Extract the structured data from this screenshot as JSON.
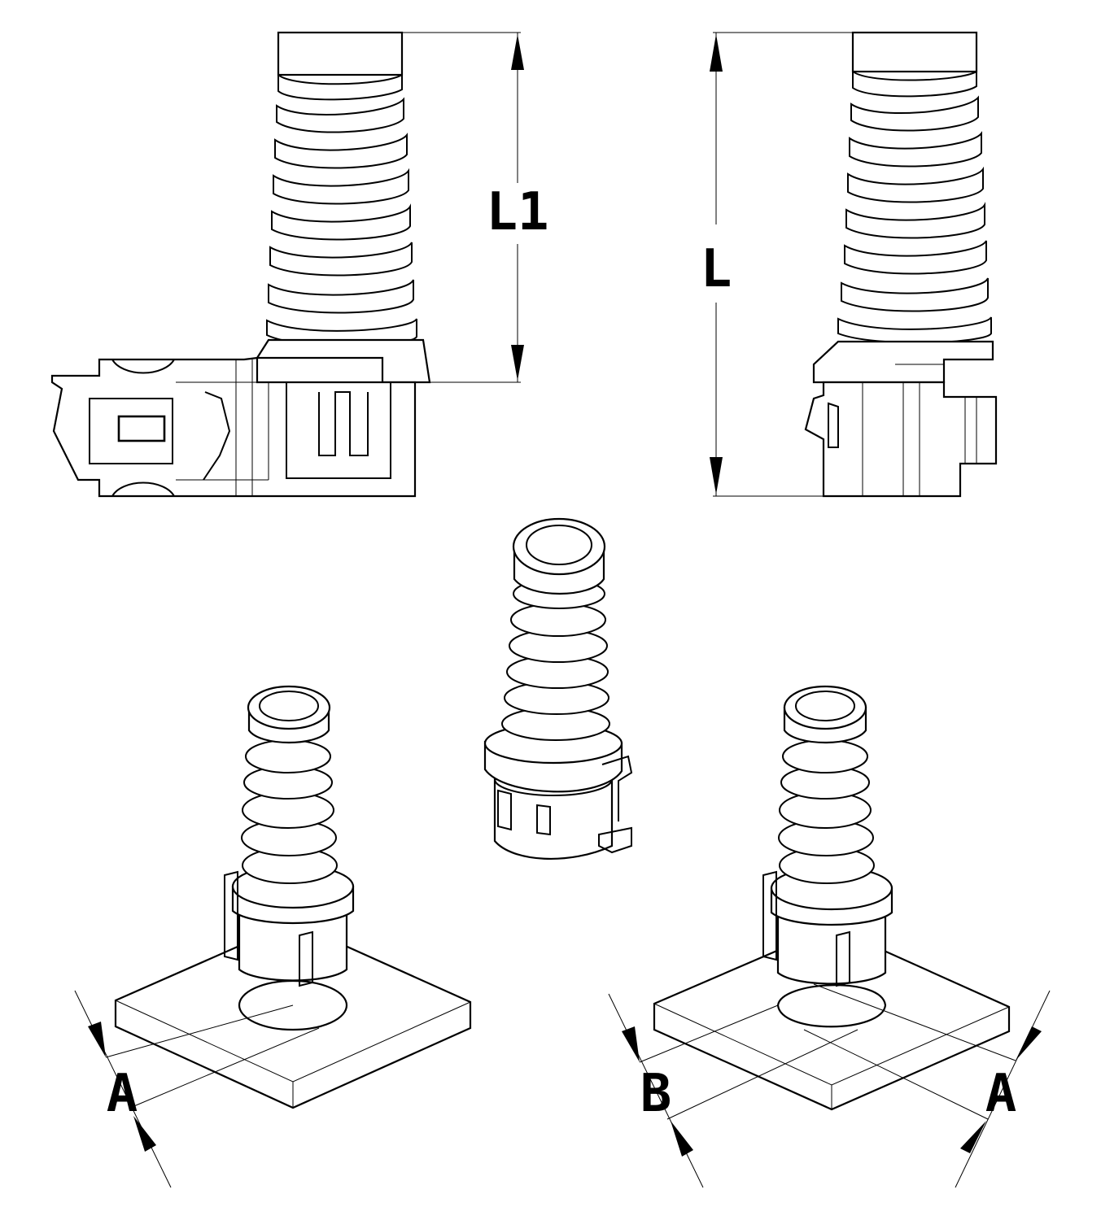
{
  "labels": {
    "l1": "L1",
    "l": "L",
    "a_left": "A",
    "b_right": "B",
    "a_right": "A"
  },
  "colors": {
    "line": "#000000",
    "background": "#ffffff"
  }
}
